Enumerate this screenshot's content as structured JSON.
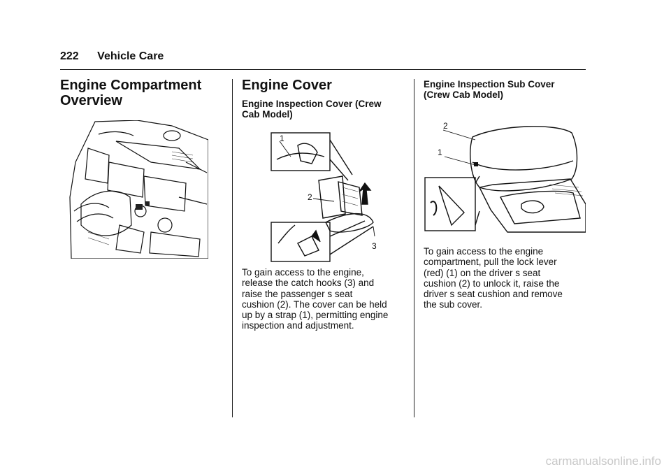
{
  "page": {
    "number": "222",
    "section": "Vehicle Care"
  },
  "col1": {
    "title_line1": "Engine Compartment",
    "title_line2": "Overview"
  },
  "col2": {
    "title": "Engine Cover",
    "subtitle_line1": "Engine Inspection Cover (Crew",
    "subtitle_line2": "Cab Model)",
    "callouts": [
      "1",
      "2",
      "3"
    ],
    "body_lines": [
      "To gain access to the engine,",
      "release the catch hooks (3) and",
      "raise the passenger s seat",
      "cushion (2). The cover can be held",
      "up by a strap (1), permitting engine",
      "inspection and adjustment."
    ]
  },
  "col3": {
    "subtitle_line1": "Engine Inspection Sub Cover",
    "subtitle_line2": "(Crew Cab Model)",
    "callouts": [
      "2",
      "1"
    ],
    "body_lines": [
      "To gain access to the engine",
      "compartment, pull the lock lever",
      "(red) (1) on the driver s seat",
      "cushion (2) to unlock it, raise the",
      "driver s seat cushion and remove",
      "the sub cover."
    ]
  },
  "watermark": "carmanualsonline.info"
}
